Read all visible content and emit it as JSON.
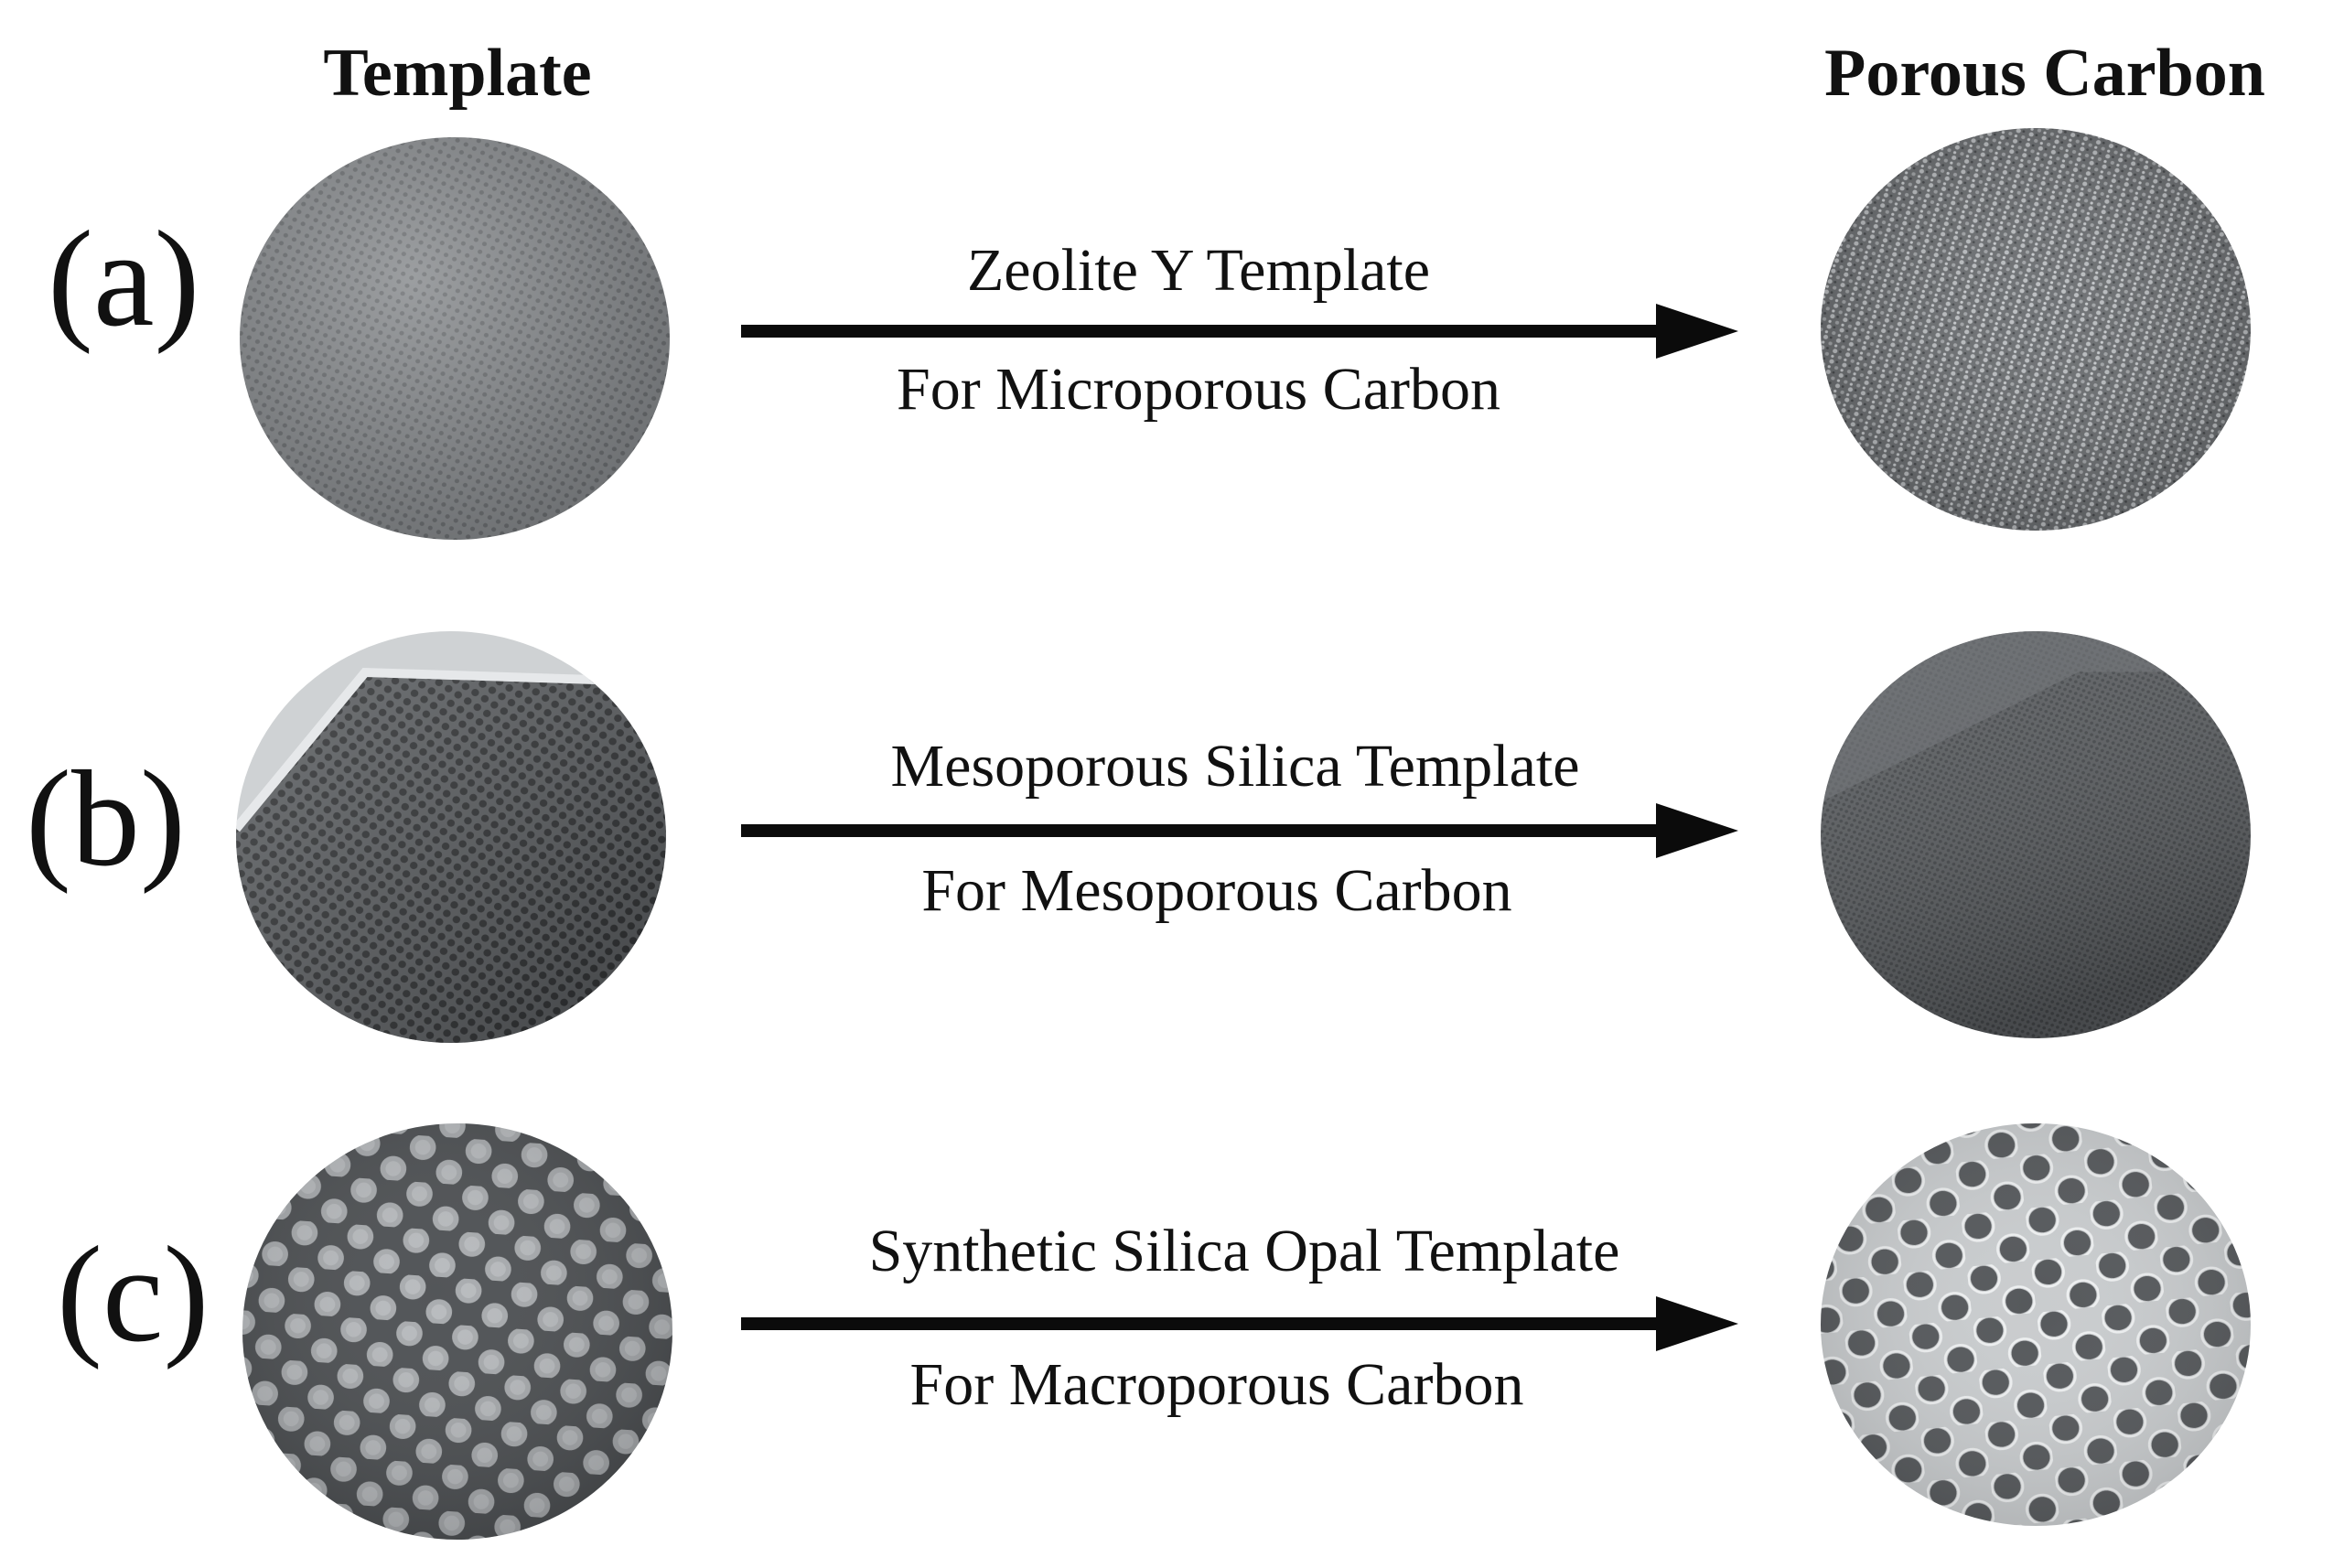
{
  "headers": {
    "template": "Template",
    "porous_carbon": "Porous Carbon"
  },
  "rows": [
    {
      "label": "(a)",
      "top_caption": "Zeolite Y Template",
      "bottom_caption": "For Microporous Carbon",
      "template_texture": "fine-hex-lattice",
      "carbon_texture": "granular-noise"
    },
    {
      "label": "(b)",
      "top_caption": "Mesoporous Silica Template",
      "bottom_caption": "For Mesoporous Carbon",
      "template_texture": "hex-honeycomb-channels",
      "carbon_texture": "fine-ordered-pores"
    },
    {
      "label": "(c)",
      "top_caption": "Synthetic Silica Opal Template",
      "bottom_caption": "For Macroporous Carbon",
      "template_texture": "packed-silica-spheres",
      "carbon_texture": "inverse-opal-holes"
    }
  ],
  "colors": {
    "arrow": "#0b0b0b",
    "text": "#111111",
    "micrograph_gray": "#7a7c7f"
  }
}
